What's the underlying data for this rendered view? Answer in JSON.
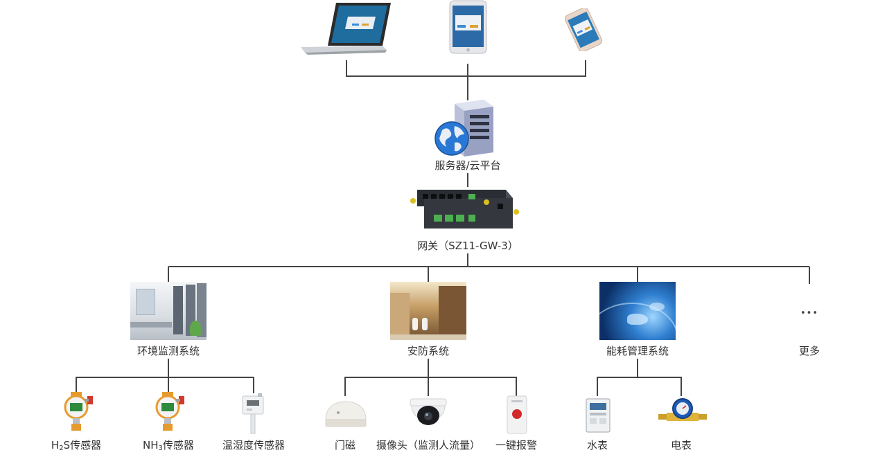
{
  "server": {
    "label": "服务器/云平台"
  },
  "gateway": {
    "label": "网关（SZ11-GW-3）"
  },
  "systems": [
    {
      "id": "env",
      "label": "环境监测系统"
    },
    {
      "id": "security",
      "label": "安防系统"
    },
    {
      "id": "energy",
      "label": "能耗管理系统"
    },
    {
      "id": "more",
      "label": "更多",
      "glyph": "•••"
    }
  ],
  "devices": {
    "h2s": {
      "prefix": "H",
      "sub": "2",
      "suffix": "S传感器"
    },
    "nh3": {
      "prefix": "NH",
      "sub": "3",
      "suffix": "传感器"
    },
    "temp_humidity": {
      "label": "温湿度传感器"
    },
    "door_magnet": {
      "label": "门磁"
    },
    "camera": {
      "label": "摄像头（监测人流量）"
    },
    "alarm": {
      "label": "一键报警"
    },
    "water_meter": {
      "label": "水表"
    },
    "electric_meter": {
      "label": "电表"
    }
  },
  "colors": {
    "wire": "#444444",
    "text": "#333333",
    "server_body": "#b9c0d8",
    "globe": "#2a78d6",
    "gateway_body": "#2a2d33",
    "terminal_green": "#4caf50",
    "alarm_red": "#d22a2a"
  }
}
